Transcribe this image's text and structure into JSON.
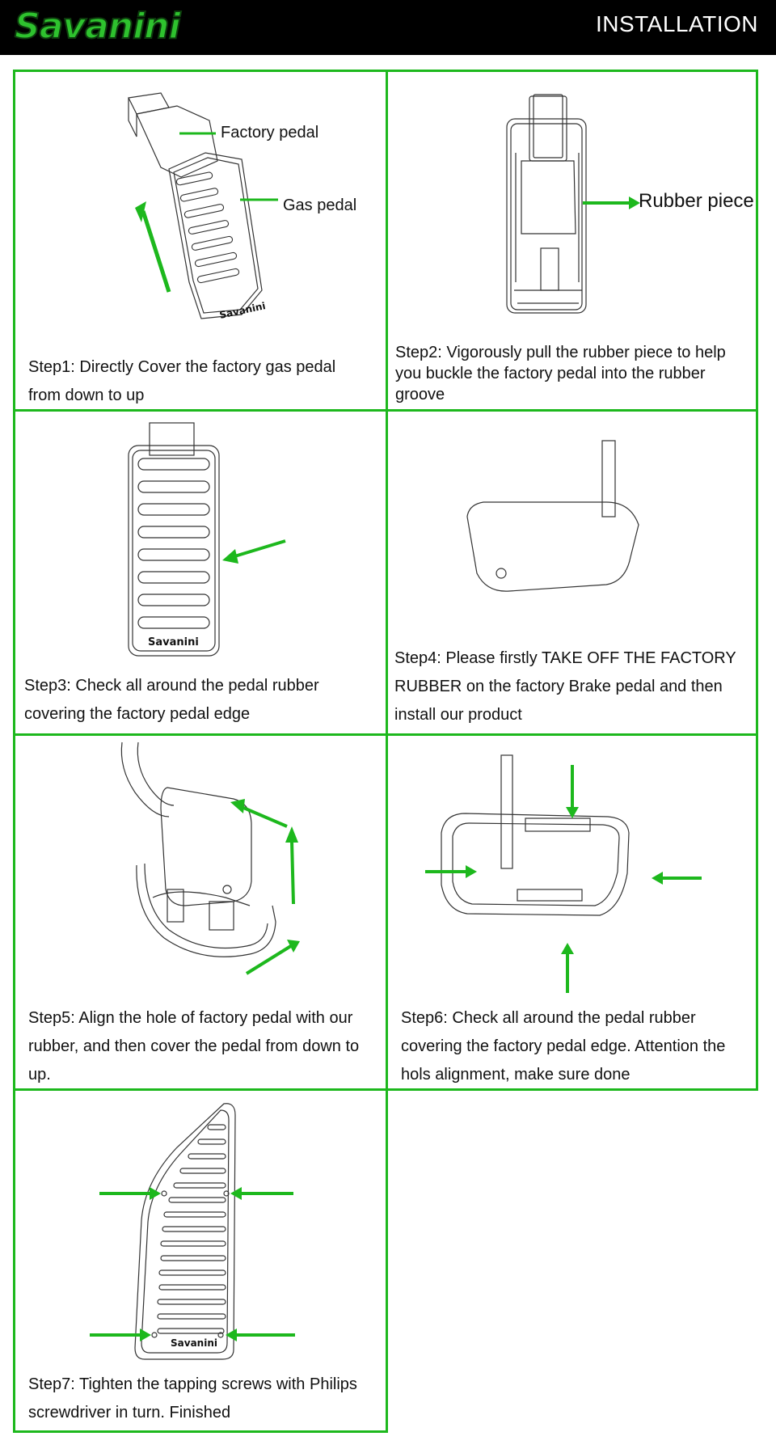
{
  "header": {
    "brand": "Savanini",
    "title": "INSTALLATION"
  },
  "colors": {
    "accent": "#1db81d",
    "header_bg": "#000000"
  },
  "steps": [
    {
      "caption": "Step1: Directly Cover the factory gas pedal from down to up",
      "labels": [
        "Factory pedal",
        "Gas pedal"
      ],
      "stamp": "Savanini"
    },
    {
      "caption": "Step2: Vigorously pull the rubber piece to help you buckle the factory pedal into the rubber groove",
      "labels": [
        "Rubber piece"
      ]
    },
    {
      "caption": "Step3: Check all around the pedal rubber covering the factory pedal edge",
      "stamp": "Savanini"
    },
    {
      "caption": "Step4: Please firstly TAKE OFF THE FACTORY RUBBER on the factory Brake pedal and then install our product"
    },
    {
      "caption": "Step5: Align the hole of factory pedal with our rubber, and then cover the pedal from down to up."
    },
    {
      "caption": "Step6: Check all around the pedal rubber covering the factory pedal edge. Attention the hols alignment, make sure done"
    },
    {
      "caption": "Step7: Tighten the tapping screws with Philips screwdriver in turn. Finished",
      "stamp": "Savanini"
    }
  ]
}
